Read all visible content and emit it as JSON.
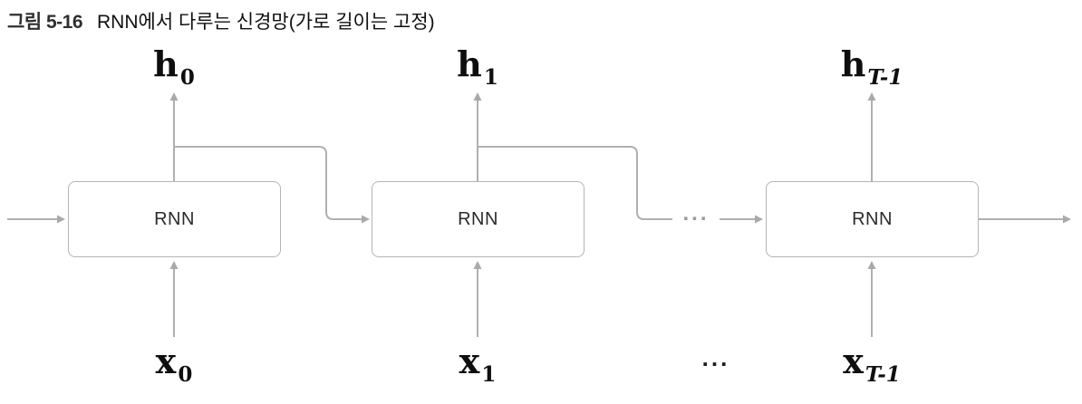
{
  "caption": {
    "figure_label": "그림 5-16",
    "title": "RNN에서 다루는 신경망(가로 길이는 고정)"
  },
  "diagram": {
    "units": [
      {
        "label": "RNN",
        "output": {
          "base": "h",
          "sub": "0"
        },
        "input": {
          "base": "x",
          "sub": "0"
        }
      },
      {
        "label": "RNN",
        "output": {
          "base": "h",
          "sub": "1"
        },
        "input": {
          "base": "x",
          "sub": "1"
        }
      },
      {
        "label": "RNN",
        "output": {
          "base": "h",
          "sub": "T-1"
        },
        "input": {
          "base": "x",
          "sub": "T-1"
        }
      }
    ],
    "ellipsis_mid": "...",
    "ellipsis_bottom": "..."
  }
}
